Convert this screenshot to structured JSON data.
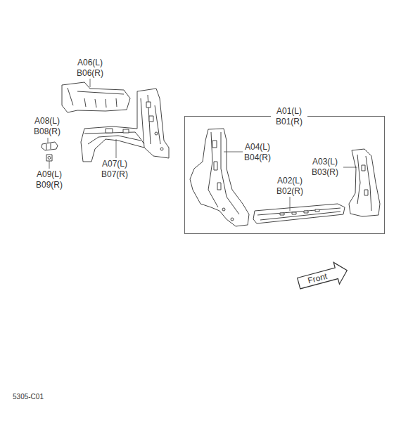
{
  "diagram": {
    "nodes": [
      {
        "text": [
          "A01(L) B01(R)"
        ]
      },
      {
        "text": [
          "Front"
        ]
      }
    ],
    "labels": [
      "A06(L) B06(R)",
      "A08(L) B08(R)",
      "A09(L) B09(R)",
      "A07(L) B07(R)",
      "A04(L) B04(R)",
      "A02(L) B02(R)",
      "A03(L) B03(R)",
      "5305-C01"
    ]
  }
}
